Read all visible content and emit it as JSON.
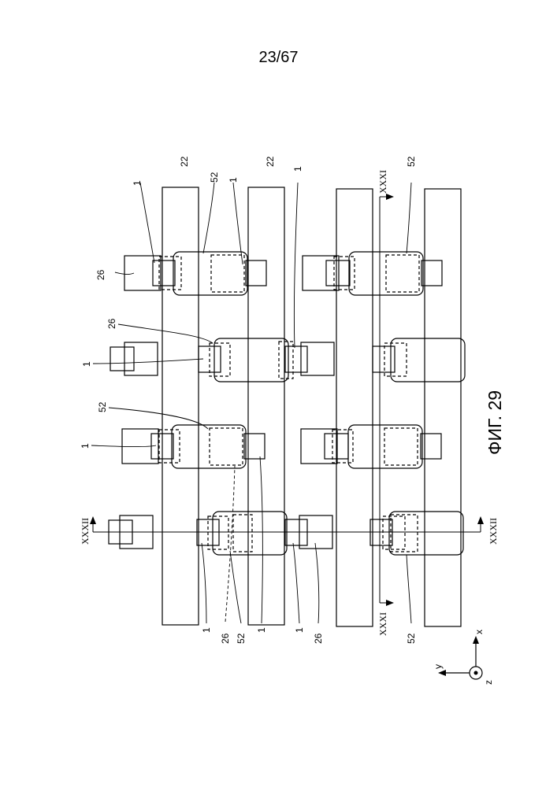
{
  "page_number": "23/67",
  "figure_label": "ФИГ. 29",
  "reference_numerals": {
    "n1": "1",
    "n22": "22",
    "n26": "26",
    "n52": "52"
  },
  "section_labels": {
    "xxxi": "XXXI",
    "xxxii": "XXXII"
  },
  "axes": {
    "x": "x",
    "y": "y",
    "z": "z"
  }
}
